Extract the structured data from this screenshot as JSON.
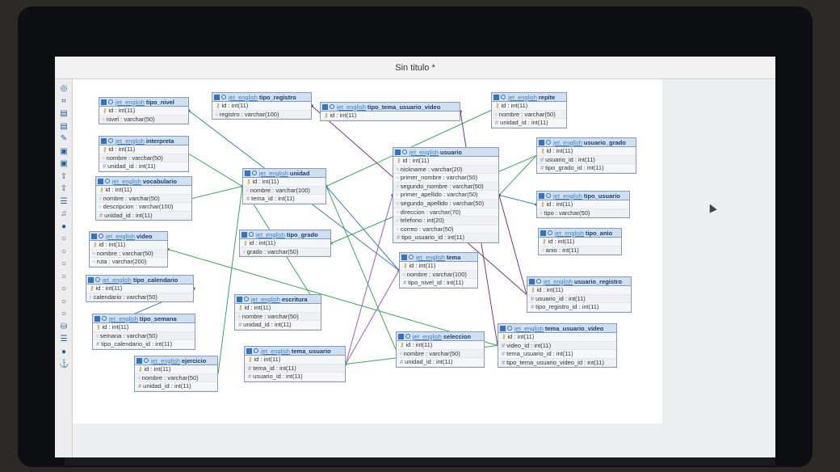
{
  "window": {
    "title": "Sin titulo *"
  },
  "toolbar": {
    "icons": [
      "select-icon",
      "grid-icon",
      "table-icon",
      "table-icon",
      "edit-icon",
      "save-icon",
      "save-icon",
      "export-icon",
      "export-icon",
      "list-icon",
      "music-icon",
      "circle-icon",
      "circle-icon",
      "circle-icon",
      "circle-icon",
      "circle-icon",
      "circle-icon",
      "circle-icon",
      "circle-icon",
      "db-icon",
      "list-icon",
      "circle-icon",
      "anchor-icon"
    ],
    "glyphs": [
      "◎",
      "⌗",
      "▤",
      "▤",
      "✎",
      "▣",
      "▣",
      "⇪",
      "⇪",
      "☰",
      "♫",
      "●",
      "○",
      "○",
      "○",
      "○",
      "○",
      "○",
      "○",
      "⛁",
      "☰",
      "●",
      "⚓"
    ]
  },
  "colors": {
    "header": "#cfe0f2",
    "accent": "#3574bd",
    "border": "#8a9bb3"
  },
  "diagram": {
    "db": "jet_english",
    "tables": [
      {
        "id": "tipo_nivel",
        "name": "tipo_nivel",
        "columns": [
          {
            "k": "pk",
            "t": "id : int(11)"
          },
          {
            "k": "f",
            "t": "nivel : varchar(50)"
          }
        ]
      },
      {
        "id": "tipo_registro",
        "name": "tipo_registro",
        "columns": [
          {
            "k": "pk",
            "t": "id : int(11)"
          },
          {
            "k": "f",
            "t": "registro : varchar(100)"
          }
        ]
      },
      {
        "id": "tipo_tema_usuario_video",
        "name": "tipo_tema_usuario_video",
        "columns": [
          {
            "k": "pk",
            "t": "id : int(11)"
          }
        ]
      },
      {
        "id": "repite",
        "name": "repite",
        "columns": [
          {
            "k": "pk",
            "t": "id : int(11)"
          },
          {
            "k": "f",
            "t": "nombre : varchar(50)"
          },
          {
            "k": "n",
            "t": "unidad_id : int(11)"
          }
        ]
      },
      {
        "id": "interpreta",
        "name": "interpreta",
        "columns": [
          {
            "k": "pk",
            "t": "id : int(11)"
          },
          {
            "k": "f",
            "t": "nombre : varchar(50)"
          },
          {
            "k": "n",
            "t": "unidad_id : int(11)"
          }
        ]
      },
      {
        "id": "usuario",
        "name": "usuario",
        "columns": [
          {
            "k": "pk",
            "t": "id : int(11)"
          },
          {
            "k": "f",
            "t": "nickname : varchar(20)"
          },
          {
            "k": "f",
            "t": "primer_nombre : varchar(50)"
          },
          {
            "k": "f",
            "t": "segundo_nombre : varchar(50)"
          },
          {
            "k": "f",
            "t": "primer_apellido : varchar(50)"
          },
          {
            "k": "f",
            "t": "segundo_apellido : varchar(50)"
          },
          {
            "k": "f",
            "t": "direccion : varchar(70)"
          },
          {
            "k": "f",
            "t": "telefono : int(20)"
          },
          {
            "k": "f",
            "t": "correo : varchar(50)"
          },
          {
            "k": "n",
            "t": "tipo_usuario_id : int(11)"
          }
        ]
      },
      {
        "id": "usuario_grado",
        "name": "usuario_grado",
        "columns": [
          {
            "k": "pk",
            "t": "id : int(11)"
          },
          {
            "k": "n",
            "t": "usuario_id : int(11)"
          },
          {
            "k": "n",
            "t": "tipo_grado_id : int(11)"
          }
        ]
      },
      {
        "id": "vocabulario",
        "name": "vocabulario",
        "columns": [
          {
            "k": "pk",
            "t": "id : int(11)"
          },
          {
            "k": "f",
            "t": "nombre : varchar(50)"
          },
          {
            "k": "f",
            "t": "descripcion : varchar(100)"
          },
          {
            "k": "n",
            "t": "unidad_id : int(11)"
          }
        ]
      },
      {
        "id": "unidad",
        "name": "unidad",
        "columns": [
          {
            "k": "pk",
            "t": "id : int(11)"
          },
          {
            "k": "f",
            "t": "nombre : varchar(100)"
          },
          {
            "k": "n",
            "t": "tema_id : int(11)"
          }
        ]
      },
      {
        "id": "tipo_usuario",
        "name": "tipo_usuario",
        "columns": [
          {
            "k": "pk",
            "t": "id : int(11)"
          },
          {
            "k": "f",
            "t": "tipo : varchar(50)"
          }
        ]
      },
      {
        "id": "video",
        "name": "video",
        "columns": [
          {
            "k": "pk",
            "t": "id : int(11)"
          },
          {
            "k": "f",
            "t": "nombre : varchar(50)"
          },
          {
            "k": "f",
            "t": "ruta : varchar(200)"
          }
        ]
      },
      {
        "id": "tipo_grado",
        "name": "tipo_grado",
        "columns": [
          {
            "k": "pk",
            "t": "id : int(11)"
          },
          {
            "k": "f",
            "t": "grado : varchar(50)"
          }
        ]
      },
      {
        "id": "tipo_anio",
        "name": "tipo_anio",
        "columns": [
          {
            "k": "pk",
            "t": "id : int(11)"
          },
          {
            "k": "f",
            "t": "anio : int(11)"
          }
        ]
      },
      {
        "id": "tema",
        "name": "tema",
        "columns": [
          {
            "k": "pk",
            "t": "id : int(11)"
          },
          {
            "k": "f",
            "t": "nombre : varchar(100)"
          },
          {
            "k": "n",
            "t": "tipo_nivel_id : int(11)"
          }
        ]
      },
      {
        "id": "tipo_calendario",
        "name": "tipo_calendario",
        "columns": [
          {
            "k": "pk",
            "t": "id : int(11)"
          },
          {
            "k": "f",
            "t": "calendario : varchar(50)"
          }
        ]
      },
      {
        "id": "usuario_registro",
        "name": "usuario_registro",
        "columns": [
          {
            "k": "pk",
            "t": "id : int(11)"
          },
          {
            "k": "n",
            "t": "usuario_id : int(11)"
          },
          {
            "k": "n",
            "t": "tipo_registro_id : int(11)"
          }
        ]
      },
      {
        "id": "escritura",
        "name": "escritura",
        "columns": [
          {
            "k": "pk",
            "t": "id : int(11)"
          },
          {
            "k": "f",
            "t": "nombre : varchar(50)"
          },
          {
            "k": "n",
            "t": "unidad_id : int(11)"
          }
        ]
      },
      {
        "id": "tipo_semana",
        "name": "tipo_semana",
        "columns": [
          {
            "k": "pk",
            "t": "id : int(11)"
          },
          {
            "k": "f",
            "t": "semana : varchar(50)"
          },
          {
            "k": "n",
            "t": "tipo_calendario_id : int(11)"
          }
        ]
      },
      {
        "id": "tema_usuario_video",
        "name": "tema_usuario_video",
        "columns": [
          {
            "k": "pk",
            "t": "id : int(11)"
          },
          {
            "k": "n",
            "t": "video_id : int(11)"
          },
          {
            "k": "n",
            "t": "tema_usuario_id : int(11)"
          },
          {
            "k": "n",
            "t": "tipo_tema_usuario_video_id : int(11)"
          }
        ]
      },
      {
        "id": "seleccion",
        "name": "seleccion",
        "columns": [
          {
            "k": "pk",
            "t": "id : int(11)"
          },
          {
            "k": "f",
            "t": "nombre : varchar(50)"
          },
          {
            "k": "n",
            "t": "unidad_id : int(11)"
          }
        ]
      },
      {
        "id": "tema_usuario",
        "name": "tema_usuario",
        "columns": [
          {
            "k": "pk",
            "t": "id : int(11)"
          },
          {
            "k": "n",
            "t": "tema_id : int(11)"
          },
          {
            "k": "n",
            "t": "usuario_id : int(11)"
          }
        ]
      },
      {
        "id": "ejercicio",
        "name": "ejercicio",
        "columns": [
          {
            "k": "pk",
            "t": "id : int(11)"
          },
          {
            "k": "f",
            "t": "nombre : varchar(50)"
          },
          {
            "k": "n",
            "t": "unidad_id : int(11)"
          }
        ]
      }
    ],
    "relations": [
      {
        "from": "repite",
        "to": "unidad",
        "color": "#3aa85a"
      },
      {
        "from": "interpreta",
        "to": "unidad",
        "color": "#3aa85a"
      },
      {
        "from": "vocabulario",
        "to": "unidad",
        "color": "#3aa85a"
      },
      {
        "from": "escritura",
        "to": "unidad",
        "color": "#3aa85a"
      },
      {
        "from": "seleccion",
        "to": "unidad",
        "color": "#3aa85a"
      },
      {
        "from": "ejercicio",
        "to": "unidad",
        "color": "#3aa85a"
      },
      {
        "from": "unidad",
        "to": "tema",
        "color": "#3a7fc4"
      },
      {
        "from": "tema",
        "to": "tipo_nivel",
        "color": "#3a7fc4"
      },
      {
        "from": "usuario",
        "to": "tipo_usuario",
        "color": "#3a7fc4"
      },
      {
        "from": "usuario_grado",
        "to": "usuario",
        "color": "#3aa85a"
      },
      {
        "from": "usuario_grado",
        "to": "tipo_grado",
        "color": "#3aa85a"
      },
      {
        "from": "usuario_registro",
        "to": "usuario",
        "color": "#7a3a7a"
      },
      {
        "from": "usuario_registro",
        "to": "tipo_registro",
        "color": "#7a3a7a"
      },
      {
        "from": "tema_usuario",
        "to": "tema",
        "color": "#9b5ad0"
      },
      {
        "from": "tema_usuario",
        "to": "usuario",
        "color": "#9b5ad0"
      },
      {
        "from": "tema_usuario_video",
        "to": "video",
        "color": "#3aa85a"
      },
      {
        "from": "tema_usuario_video",
        "to": "tema_usuario",
        "color": "#3aa85a"
      },
      {
        "from": "tema_usuario_video",
        "to": "tipo_tema_usuario_video",
        "color": "#7a3a7a"
      },
      {
        "from": "tipo_semana",
        "to": "tipo_calendario",
        "color": "#3a7fc4"
      }
    ]
  }
}
